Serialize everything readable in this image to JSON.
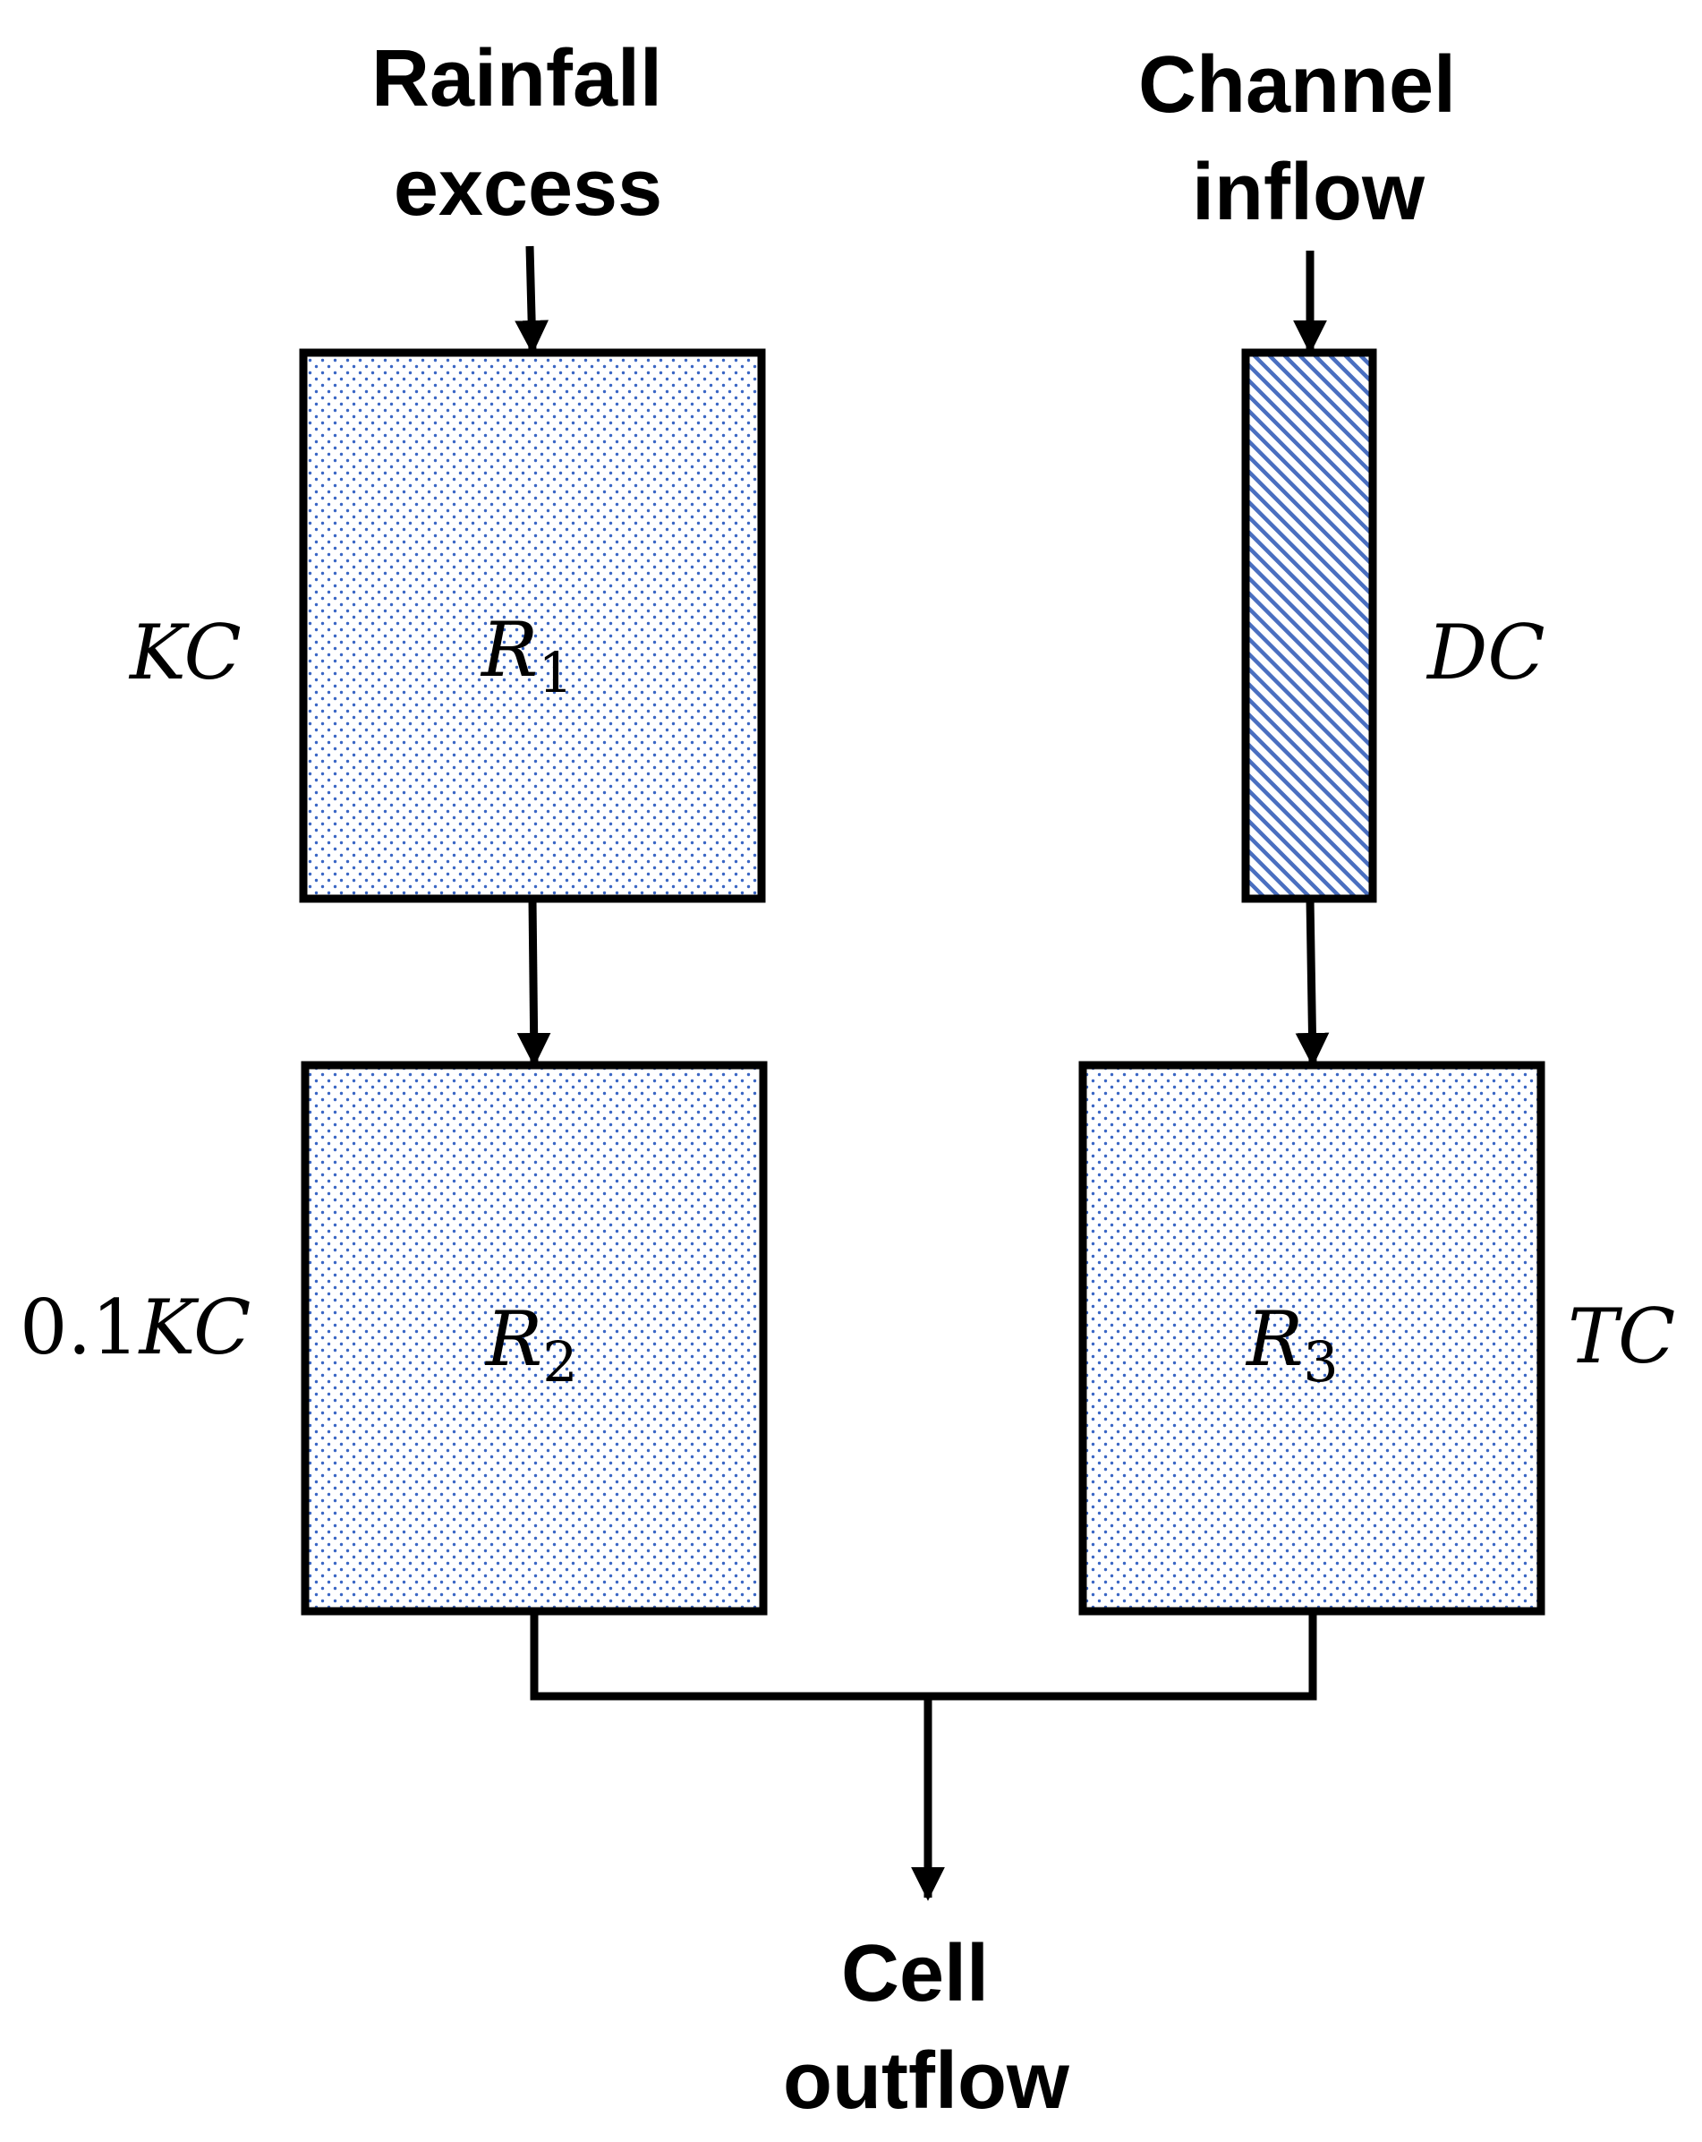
{
  "inputs": {
    "rainfall": [
      "Rainfall",
      "excess"
    ],
    "channel": [
      "Channel",
      "inflow"
    ]
  },
  "output": [
    "Cell",
    "outflow"
  ],
  "reservoirs": {
    "r1": {
      "symbol": "R",
      "subscript": "1"
    },
    "r2": {
      "symbol": "R",
      "subscript": "2"
    },
    "r3": {
      "symbol": "R",
      "subscript": "3"
    },
    "delay": {
      "symbol": "",
      "subscript": ""
    }
  },
  "parameters": {
    "r1": {
      "prefix": "",
      "symbol": "KC"
    },
    "r2": {
      "prefix": "0.1",
      "symbol": "KC"
    },
    "r3": {
      "prefix": "",
      "symbol": "TC"
    },
    "delay": {
      "prefix": "",
      "symbol": "DC"
    }
  },
  "colors": {
    "stroke": "#000000",
    "dot_fill": "#3a66c4",
    "hatch": "#4a6fc0",
    "box_bg": "#ffffff"
  }
}
